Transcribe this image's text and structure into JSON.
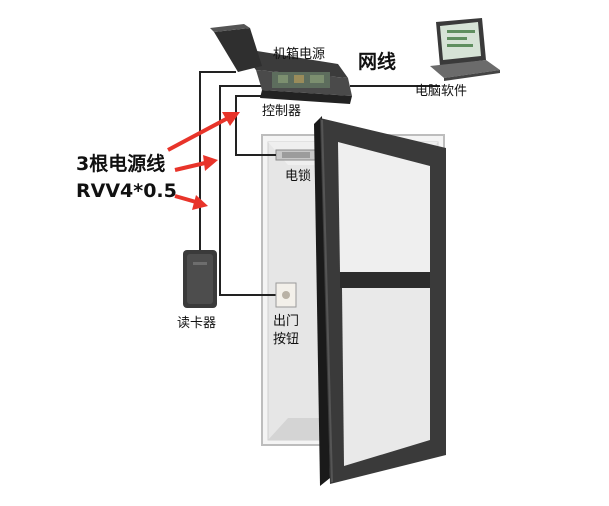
{
  "labels": {
    "power_box": "机箱电源",
    "network": "网线",
    "pc_software": "电脑软件",
    "controller": "控制器",
    "power_lines": "3根电源线",
    "cable_spec": "RVV4*0.5",
    "lock": "电锁",
    "card_reader": "读卡器",
    "exit_button_line1": "出门",
    "exit_button_line2": "按钮"
  },
  "colors": {
    "arrow": "#e8342a",
    "wire": "#222222",
    "door_frame": "#3a3a3a",
    "wall": "#e2e2e2"
  },
  "icons": [
    "controller-box-icon",
    "laptop-icon",
    "card-reader-icon",
    "exit-button-icon",
    "electric-lock-icon",
    "door-icon"
  ]
}
